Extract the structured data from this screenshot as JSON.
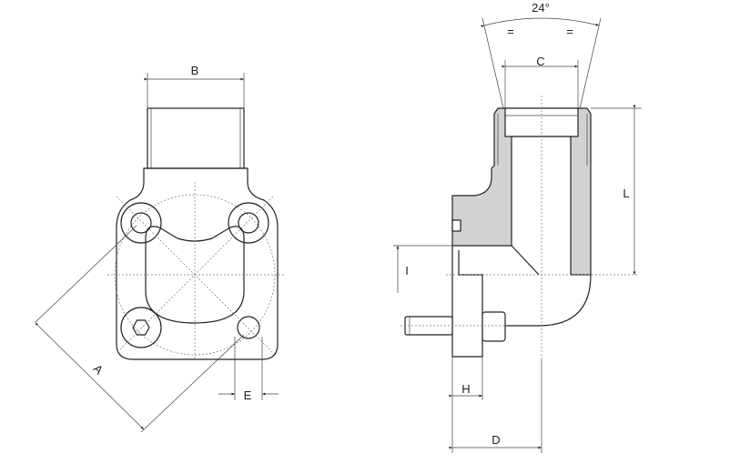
{
  "labels": {
    "angle": "24°",
    "equal_left": "=",
    "equal_right": "=",
    "c": "C",
    "l": "L",
    "i": "I",
    "h": "H",
    "d": "D",
    "b": "B",
    "a": "A",
    "e": "E"
  }
}
